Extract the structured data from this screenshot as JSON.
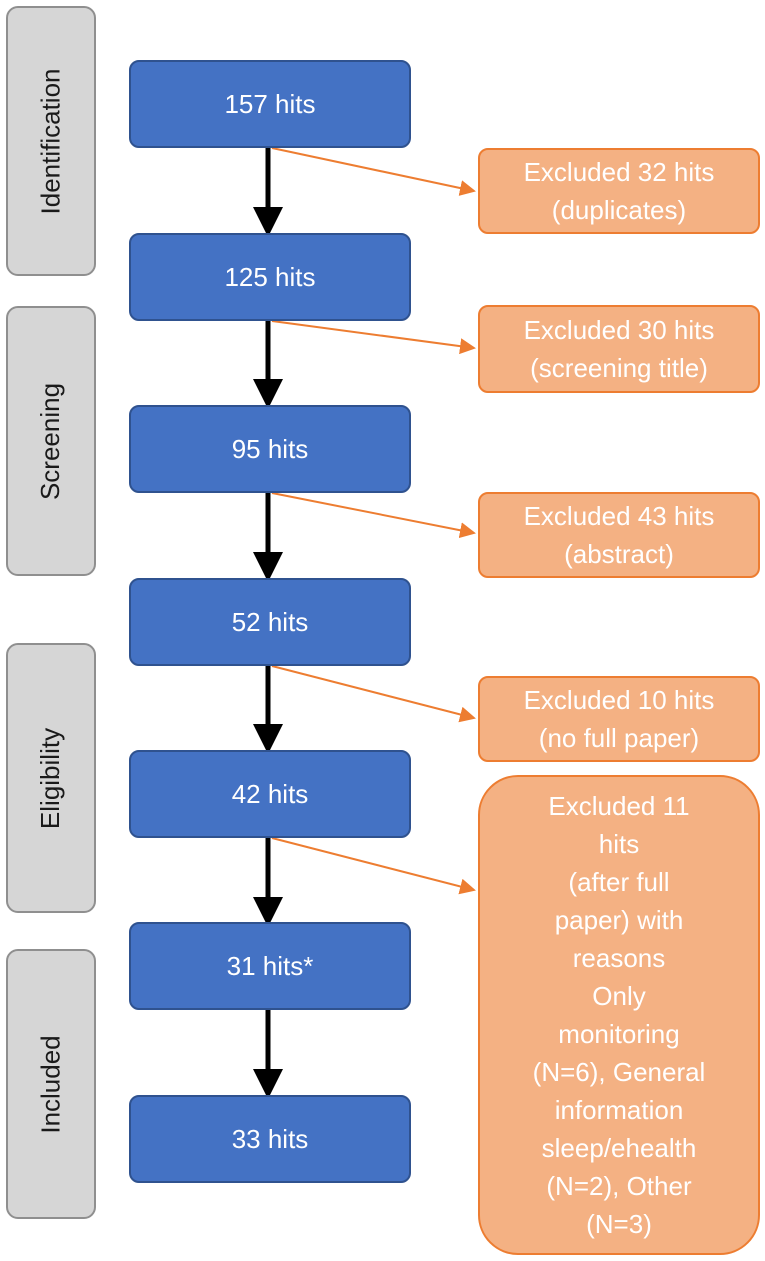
{
  "phases": {
    "identification": "Identification",
    "screening": "Screening",
    "eligibility": "Eligibility",
    "included": "Included"
  },
  "flow": {
    "step1": "157 hits",
    "step2": "125 hits",
    "step3": "95 hits",
    "step4": "52 hits",
    "step5": "42 hits",
    "step6": "31 hits*",
    "step7": "33 hits"
  },
  "exclusions": {
    "ex1": "Excluded 32 hits\n(duplicates)",
    "ex2": "Excluded 30 hits\n(screening title)",
    "ex3": "Excluded 43 hits\n(abstract)",
    "ex4": "Excluded 10 hits\n(no full paper)",
    "ex5": "Excluded 11\nhits\n(after full\npaper) with\nreasons\nOnly\nmonitoring\n(N=6), General\ninformation\nsleep/ehealth\n(N=2), Other\n(N=3)"
  },
  "colors": {
    "flow_box": "#4472c4",
    "exclusion_box": "#f4b183",
    "exclusion_arrow": "#ed7d31",
    "phase_box": "#d6d6d6"
  }
}
